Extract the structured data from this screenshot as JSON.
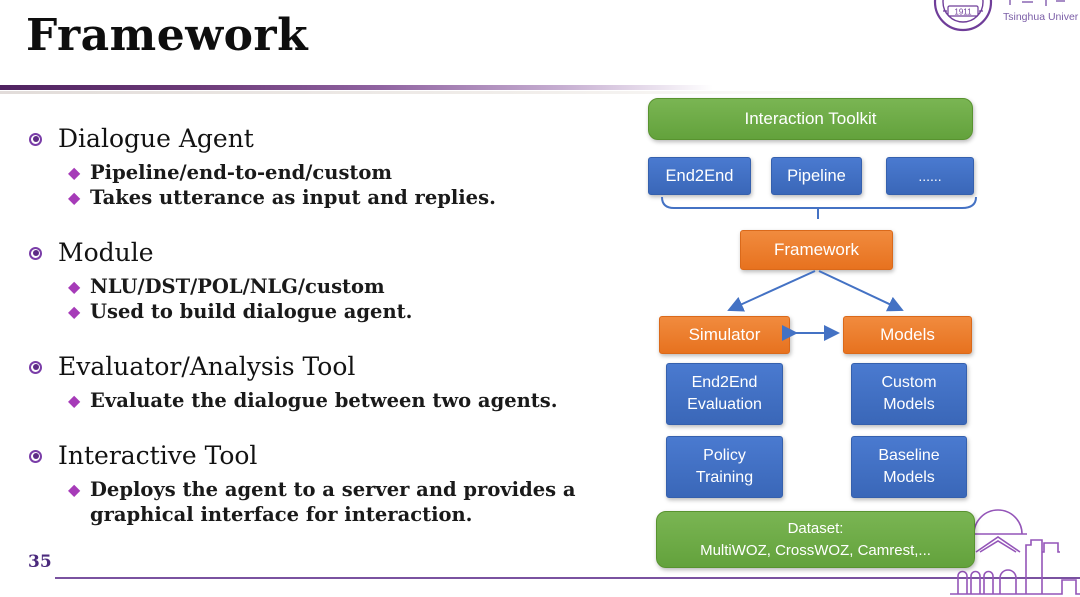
{
  "slide": {
    "title": "Framework",
    "page_number": "35"
  },
  "bullets": [
    {
      "label": "Dialogue Agent",
      "subs": [
        "Pipeline/end-to-end/custom",
        "Takes utterance as input and replies."
      ]
    },
    {
      "label": "Module",
      "subs": [
        "NLU/DST/POL/NLG/custom",
        "Used to build dialogue agent."
      ]
    },
    {
      "label": "Evaluator/Analysis Tool",
      "subs": [
        "Evaluate the dialogue between two agents."
      ]
    },
    {
      "label": "Interactive Tool",
      "subs": [
        "Deploys the agent to a server and provides a graphical interface for interaction."
      ]
    }
  ],
  "diagram": {
    "toolkit_label": "Interaction Toolkit",
    "top_row": [
      "End2End",
      "Pipeline",
      "......"
    ],
    "framework_label": "Framework",
    "simulator_label": "Simulator",
    "models_label": "Models",
    "left_column": [
      "End2End\nEvaluation",
      "Policy\nTraining"
    ],
    "right_column": [
      "Custom\nModels",
      "Baseline\nModels"
    ],
    "dataset_label": "Dataset:\nMultiWOZ, CrossWOZ, Camrest,..."
  },
  "branding": {
    "university_name": "Tsinghua Univer",
    "seal_year": "1911"
  },
  "icons": {
    "diamond": "◆"
  },
  "colors": {
    "accent_green": "#6cab47",
    "accent_blue": "#4472c4",
    "accent_orange": "#ed7d31",
    "bullet_purple": "#7030a0",
    "diamond_purple": "#a63bb8",
    "rule_purple": "#5f2b6e",
    "footer_purple": "#7a52a0",
    "page_number_purple": "#4b2a7d",
    "brand_purple": "#9455b8"
  }
}
